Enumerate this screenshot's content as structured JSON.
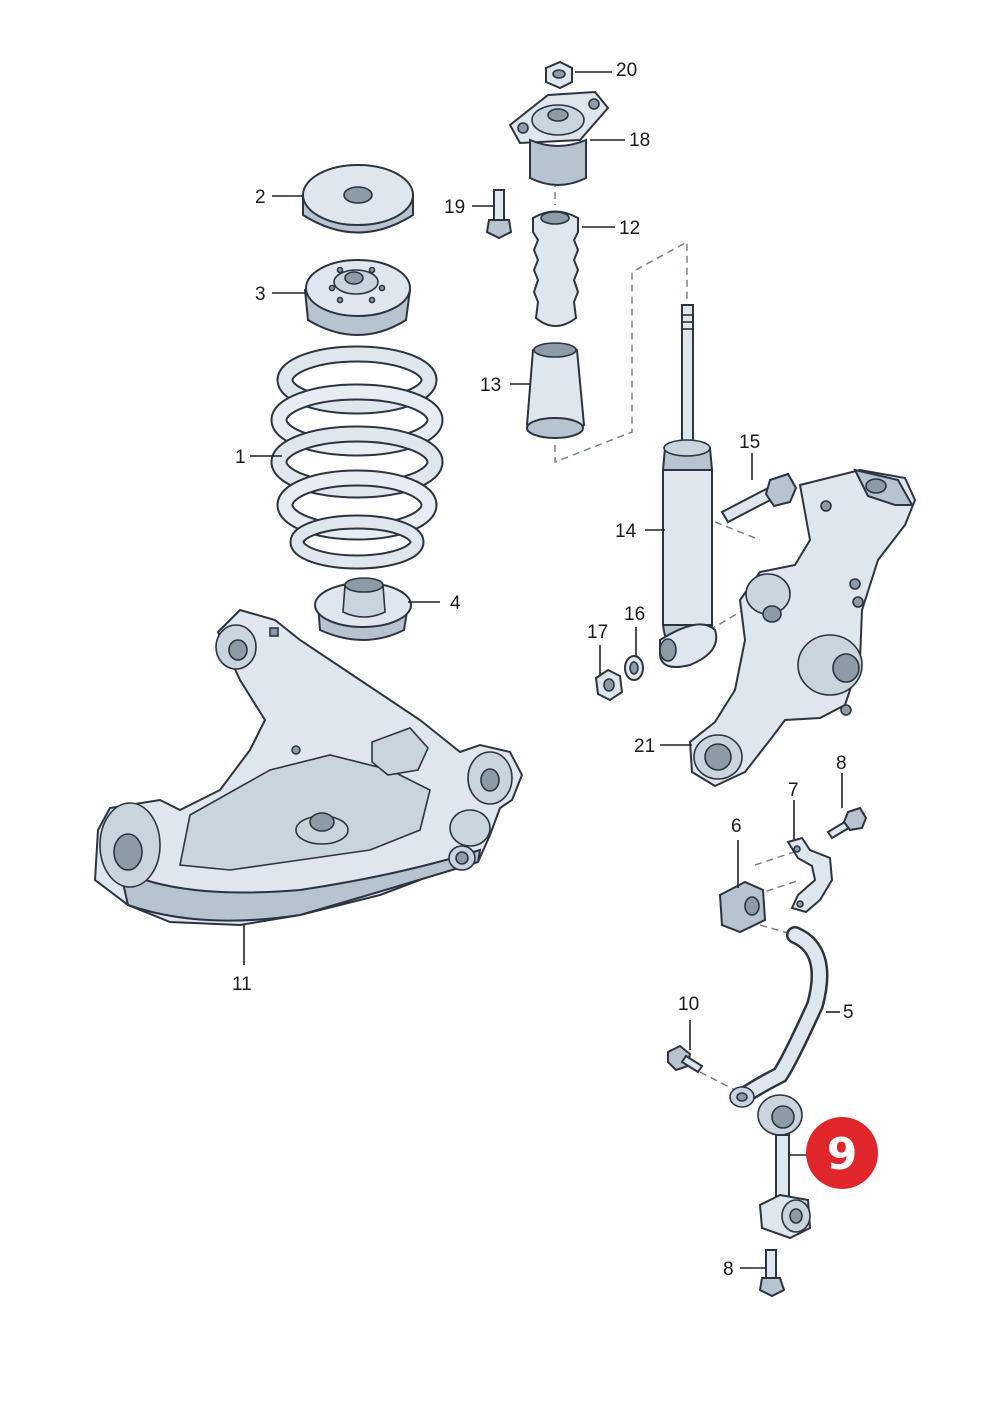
{
  "labels": {
    "n1": "1",
    "n2": "2",
    "n3": "3",
    "n4": "4",
    "n5": "5",
    "n6": "6",
    "n7": "7",
    "n8a": "8",
    "n8b": "8",
    "n10": "10",
    "n11": "11",
    "n12": "12",
    "n13": "13",
    "n14": "14",
    "n15": "15",
    "n16": "16",
    "n17": "17",
    "n18": "18",
    "n19": "19",
    "n20": "20",
    "n21": "21"
  },
  "highlight": {
    "number": "9",
    "color": "#e0262b"
  },
  "colors": {
    "metal": "#dfe7ee",
    "outline": "#2b3440",
    "dashed_guides": "#6f8494"
  }
}
